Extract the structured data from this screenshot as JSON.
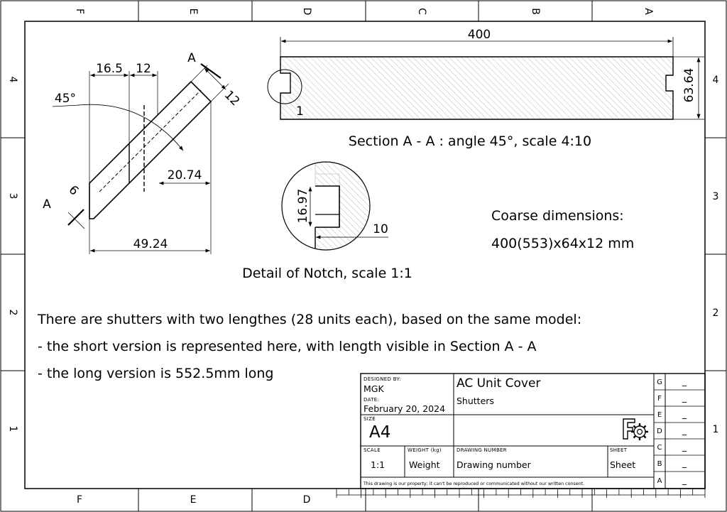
{
  "zones": {
    "columns": [
      "F",
      "E",
      "D",
      "C",
      "B",
      "A"
    ],
    "rows": [
      "4",
      "3",
      "2",
      "1"
    ]
  },
  "section_view": {
    "overall_length": "400",
    "height": "63.64",
    "detail_marker": "1",
    "caption": "Section A - A : angle 45°, scale 4:10"
  },
  "angled_view": {
    "dim_top_left": "16.5",
    "dim_top_mid": "12",
    "dim_right_thickness": "12",
    "dim_offset": "20.74",
    "dim_bottom": "49.24",
    "dim_small": "6",
    "angle": "45°",
    "section_mark_top": "A",
    "section_mark_bottom": "A"
  },
  "detail_view": {
    "dim_height": "16.97",
    "dim_depth": "10",
    "caption": "Detail of Notch, scale 1:1"
  },
  "coarse": {
    "line1": "Coarse dimensions:",
    "line2": "400(553)x64x12  mm"
  },
  "notes": [
    "There are shutters with two lengthes (28 units each), based on the same model:",
    "- the short version is represented here, with length visible in Section A - A",
    "- the long version is 552.5mm long"
  ],
  "title_block": {
    "designed_by_label": "DESIGNED BY:",
    "designed_by": "MGK",
    "date_label": "DATE:",
    "date": "February 20, 2024",
    "size_label": "SIZE",
    "size": "A4",
    "title": "AC Unit Cover",
    "subtitle": "Shutters",
    "scale_label": "SCALE",
    "scale": "1:1",
    "weight_label": "WEIGHT (kg)",
    "weight": "Weight",
    "drawing_number_label": "DRAWING NUMBER",
    "drawing_number": "Drawing number",
    "sheet_label": "SHEET",
    "sheet": "Sheet",
    "disclaimer": "This drawing is our property; it can't be reproduced or communicated without our written consent.",
    "revisions": [
      "G",
      "F",
      "E",
      "D",
      "C",
      "B",
      "A"
    ],
    "revision_value": "_"
  }
}
